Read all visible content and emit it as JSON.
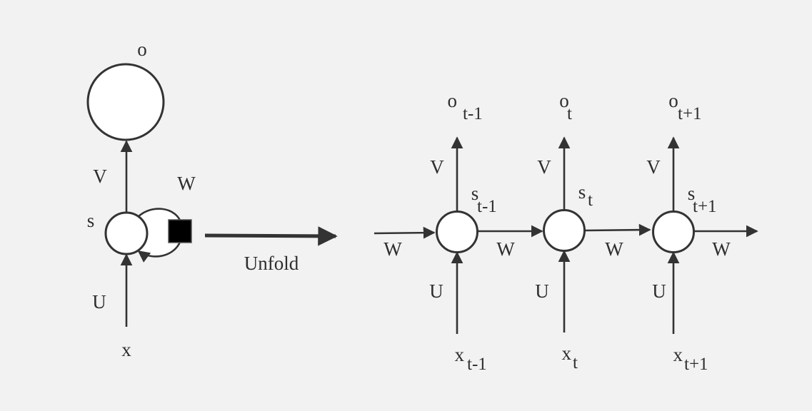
{
  "canvas": {
    "background": "#f2f2f2",
    "stroke": "#333333",
    "node_fill": "#ffffff",
    "arrow_head": "#333333"
  },
  "folded": {
    "output_label": "o",
    "state_label": "s",
    "input_label": "x",
    "weight_v": "V",
    "weight_u": "U",
    "weight_w": "W",
    "delay_icon": "black-square"
  },
  "unfold_label": "Unfold",
  "unfolded": {
    "steps": [
      {
        "o": "o",
        "o_sub": "t-1",
        "s": "s",
        "s_sub": "t-1",
        "x": "x",
        "x_sub": "t-1",
        "v": "V",
        "u": "U",
        "w_out": "W"
      },
      {
        "o": "o",
        "o_sub": "t",
        "s": "s",
        "s_sub": "t",
        "x": "x",
        "x_sub": "t",
        "v": "V",
        "u": "U",
        "w_out": "W"
      },
      {
        "o": "o",
        "o_sub": "t+1",
        "s": "s",
        "s_sub": "t+1",
        "x": "x",
        "x_sub": "t+1",
        "v": "V",
        "u": "U",
        "w_out": "W"
      }
    ],
    "w_in": "W"
  }
}
